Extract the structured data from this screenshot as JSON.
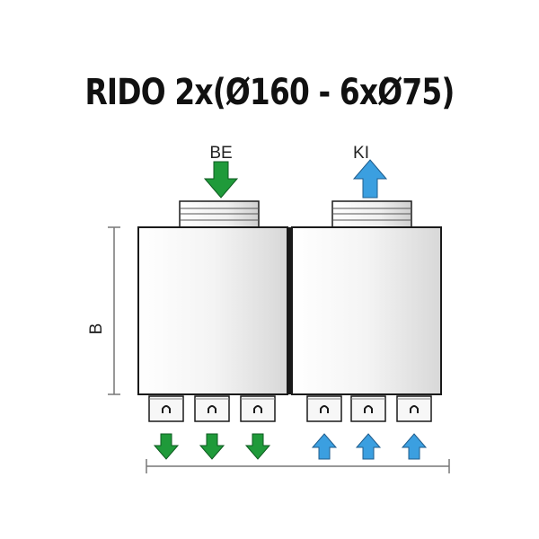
{
  "title": "RIDO 2x(Ø160 - 6xØ75)",
  "inlet_label": "BE",
  "outlet_label": "KI",
  "height_label": "B",
  "colors": {
    "inlet": "#1f9a3a",
    "outlet": "#3b9fe0",
    "box_stroke": "#1a1a1a",
    "dimension": "#777777"
  }
}
